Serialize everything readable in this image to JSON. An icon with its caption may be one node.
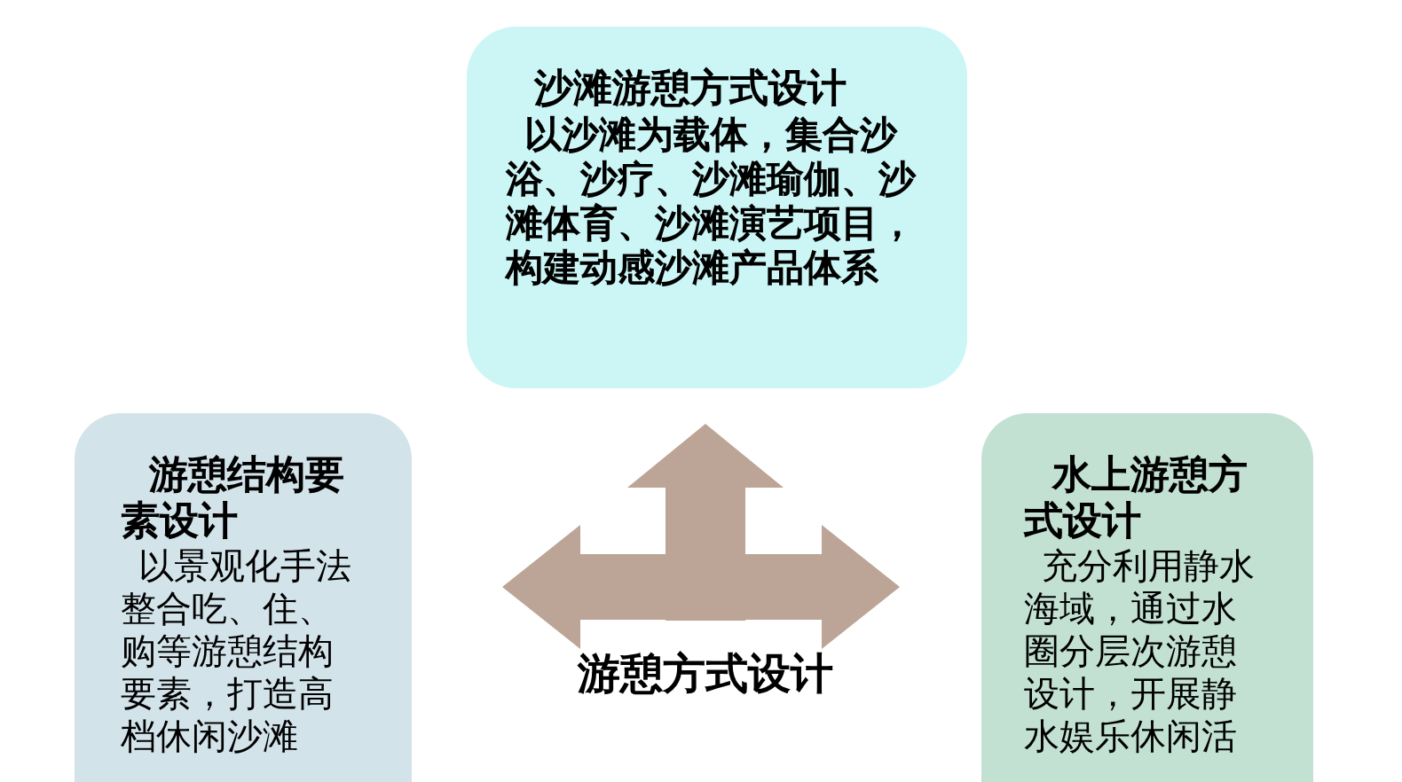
{
  "diagram": {
    "nodes": [
      {
        "text": [
          "沙滩游憩方式设计",
          "以沙滩为载体，集合沙浴、沙疗、沙滩瑜伽、沙滩体育、沙滩演艺项目，构建动感沙滩产品体系"
        ]
      },
      {
        "text": [
          "游憩结构要素设计",
          "以景观化手法整合吃、住、购等游憩结构要素，打造高档休闲沙滩"
        ]
      },
      {
        "text": [
          "水上游憩方式设计",
          "充分利用静水海域，通过水圈分层次游憩设计，开展静水娱乐休闲活"
        ]
      },
      {
        "text": [
          "游憩方式设计"
        ]
      }
    ],
    "edges": [
      {
        "from": 3,
        "to": 0,
        "arrow": "to",
        "style": "thick",
        "color": "#bca596"
      },
      {
        "from": 3,
        "to": 1,
        "arrow": "to",
        "style": "thick",
        "color": "#bca596"
      },
      {
        "from": 3,
        "to": 2,
        "arrow": "to",
        "style": "thick",
        "color": "#bca596"
      }
    ]
  }
}
